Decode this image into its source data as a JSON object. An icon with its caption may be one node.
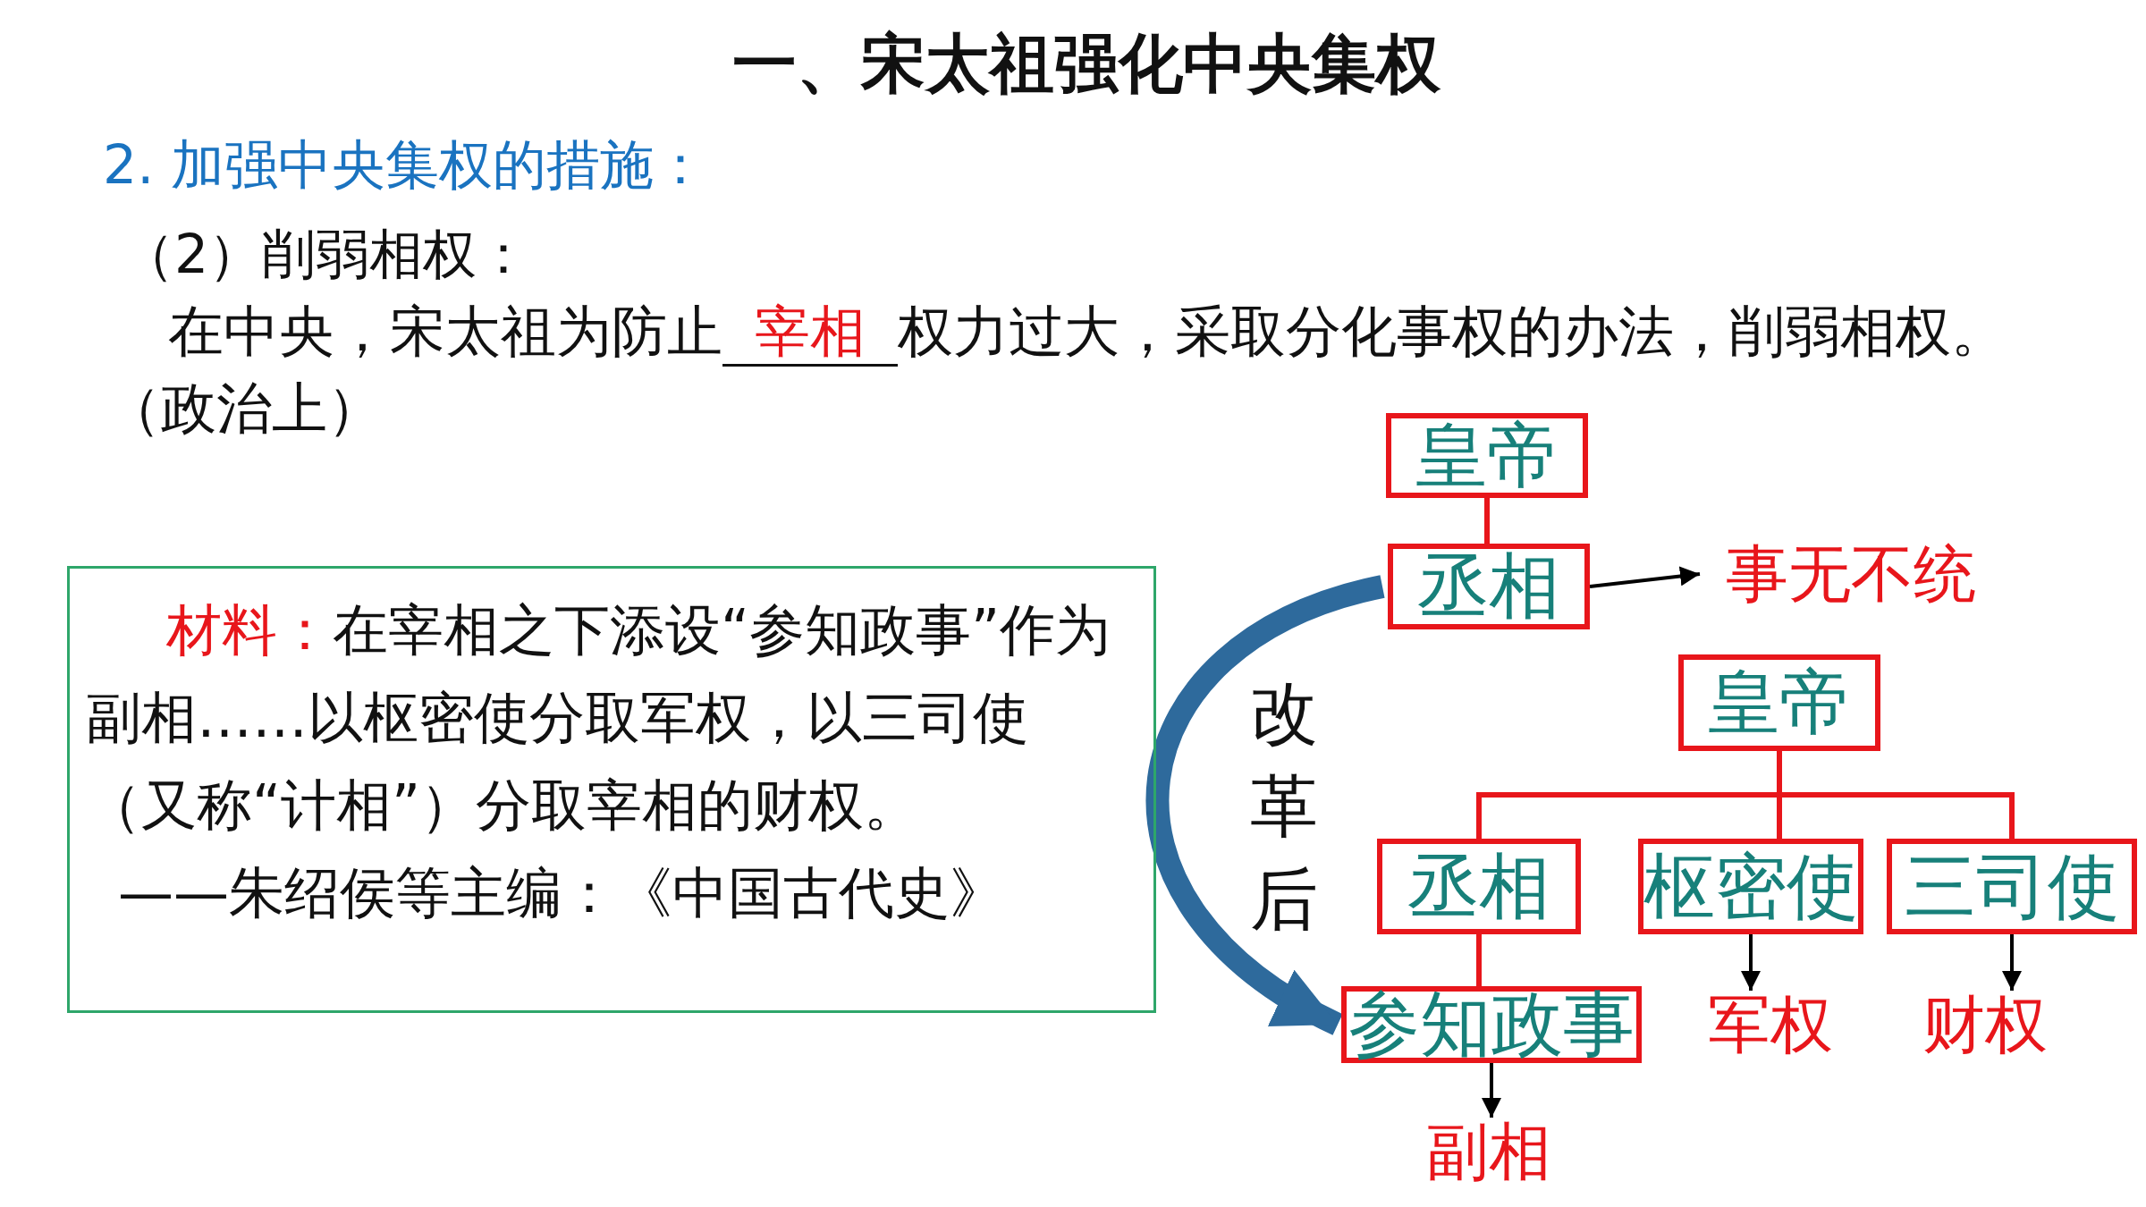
{
  "diagram": {
    "title": "一、宋太祖强化中央集权",
    "nodes": [
      {
        "text": [
          "材料：",
          "在宰相之下添设“参知政事”作为副相……以枢密使分取军权，以三司使（又称“计相”）分取宰相的财权。",
          "——朱绍侯等主编：《中国古代史》"
        ]
      },
      {
        "text": [
          "皇帝"
        ]
      },
      {
        "text": [
          "丞相"
        ]
      },
      {
        "text": [
          "事无不统"
        ]
      },
      {
        "text": [
          "皇帝"
        ]
      },
      {
        "text": [
          "丞相"
        ]
      },
      {
        "text": [
          "枢密使"
        ]
      },
      {
        "text": [
          "三司使"
        ]
      },
      {
        "text": [
          "参知政事"
        ]
      },
      {
        "text": [
          "军权"
        ]
      },
      {
        "text": [
          "财权"
        ]
      },
      {
        "text": [
          "副相"
        ]
      }
    ],
    "edges": [
      {
        "from": 1,
        "to": 2,
        "arrow": "none"
      },
      {
        "from": 2,
        "to": 3,
        "arrow": "to",
        "color": "#000000"
      },
      {
        "from": 2,
        "to": 8,
        "arrow": "to",
        "label": "改革后",
        "style": "thick",
        "color": "#2e6a9c"
      },
      {
        "from": 4,
        "to": 5,
        "arrow": "none"
      },
      {
        "from": 4,
        "to": 6,
        "arrow": "none"
      },
      {
        "from": 4,
        "to": 7,
        "arrow": "none"
      },
      {
        "from": 5,
        "to": 8,
        "arrow": "none"
      },
      {
        "from": 6,
        "to": 9,
        "arrow": "to",
        "color": "#000000"
      },
      {
        "from": 7,
        "to": 10,
        "arrow": "to",
        "color": "#000000"
      },
      {
        "from": 8,
        "to": 11,
        "arrow": "to",
        "color": "#000000"
      }
    ],
    "labels": [
      "2. 加强中央集权的措施：",
      "（2）削弱相权：",
      "在中央，宋太祖为防止",
      "宰相",
      "权力过大，采取分化事权的办法，削弱相权。（政治上）"
    ]
  }
}
